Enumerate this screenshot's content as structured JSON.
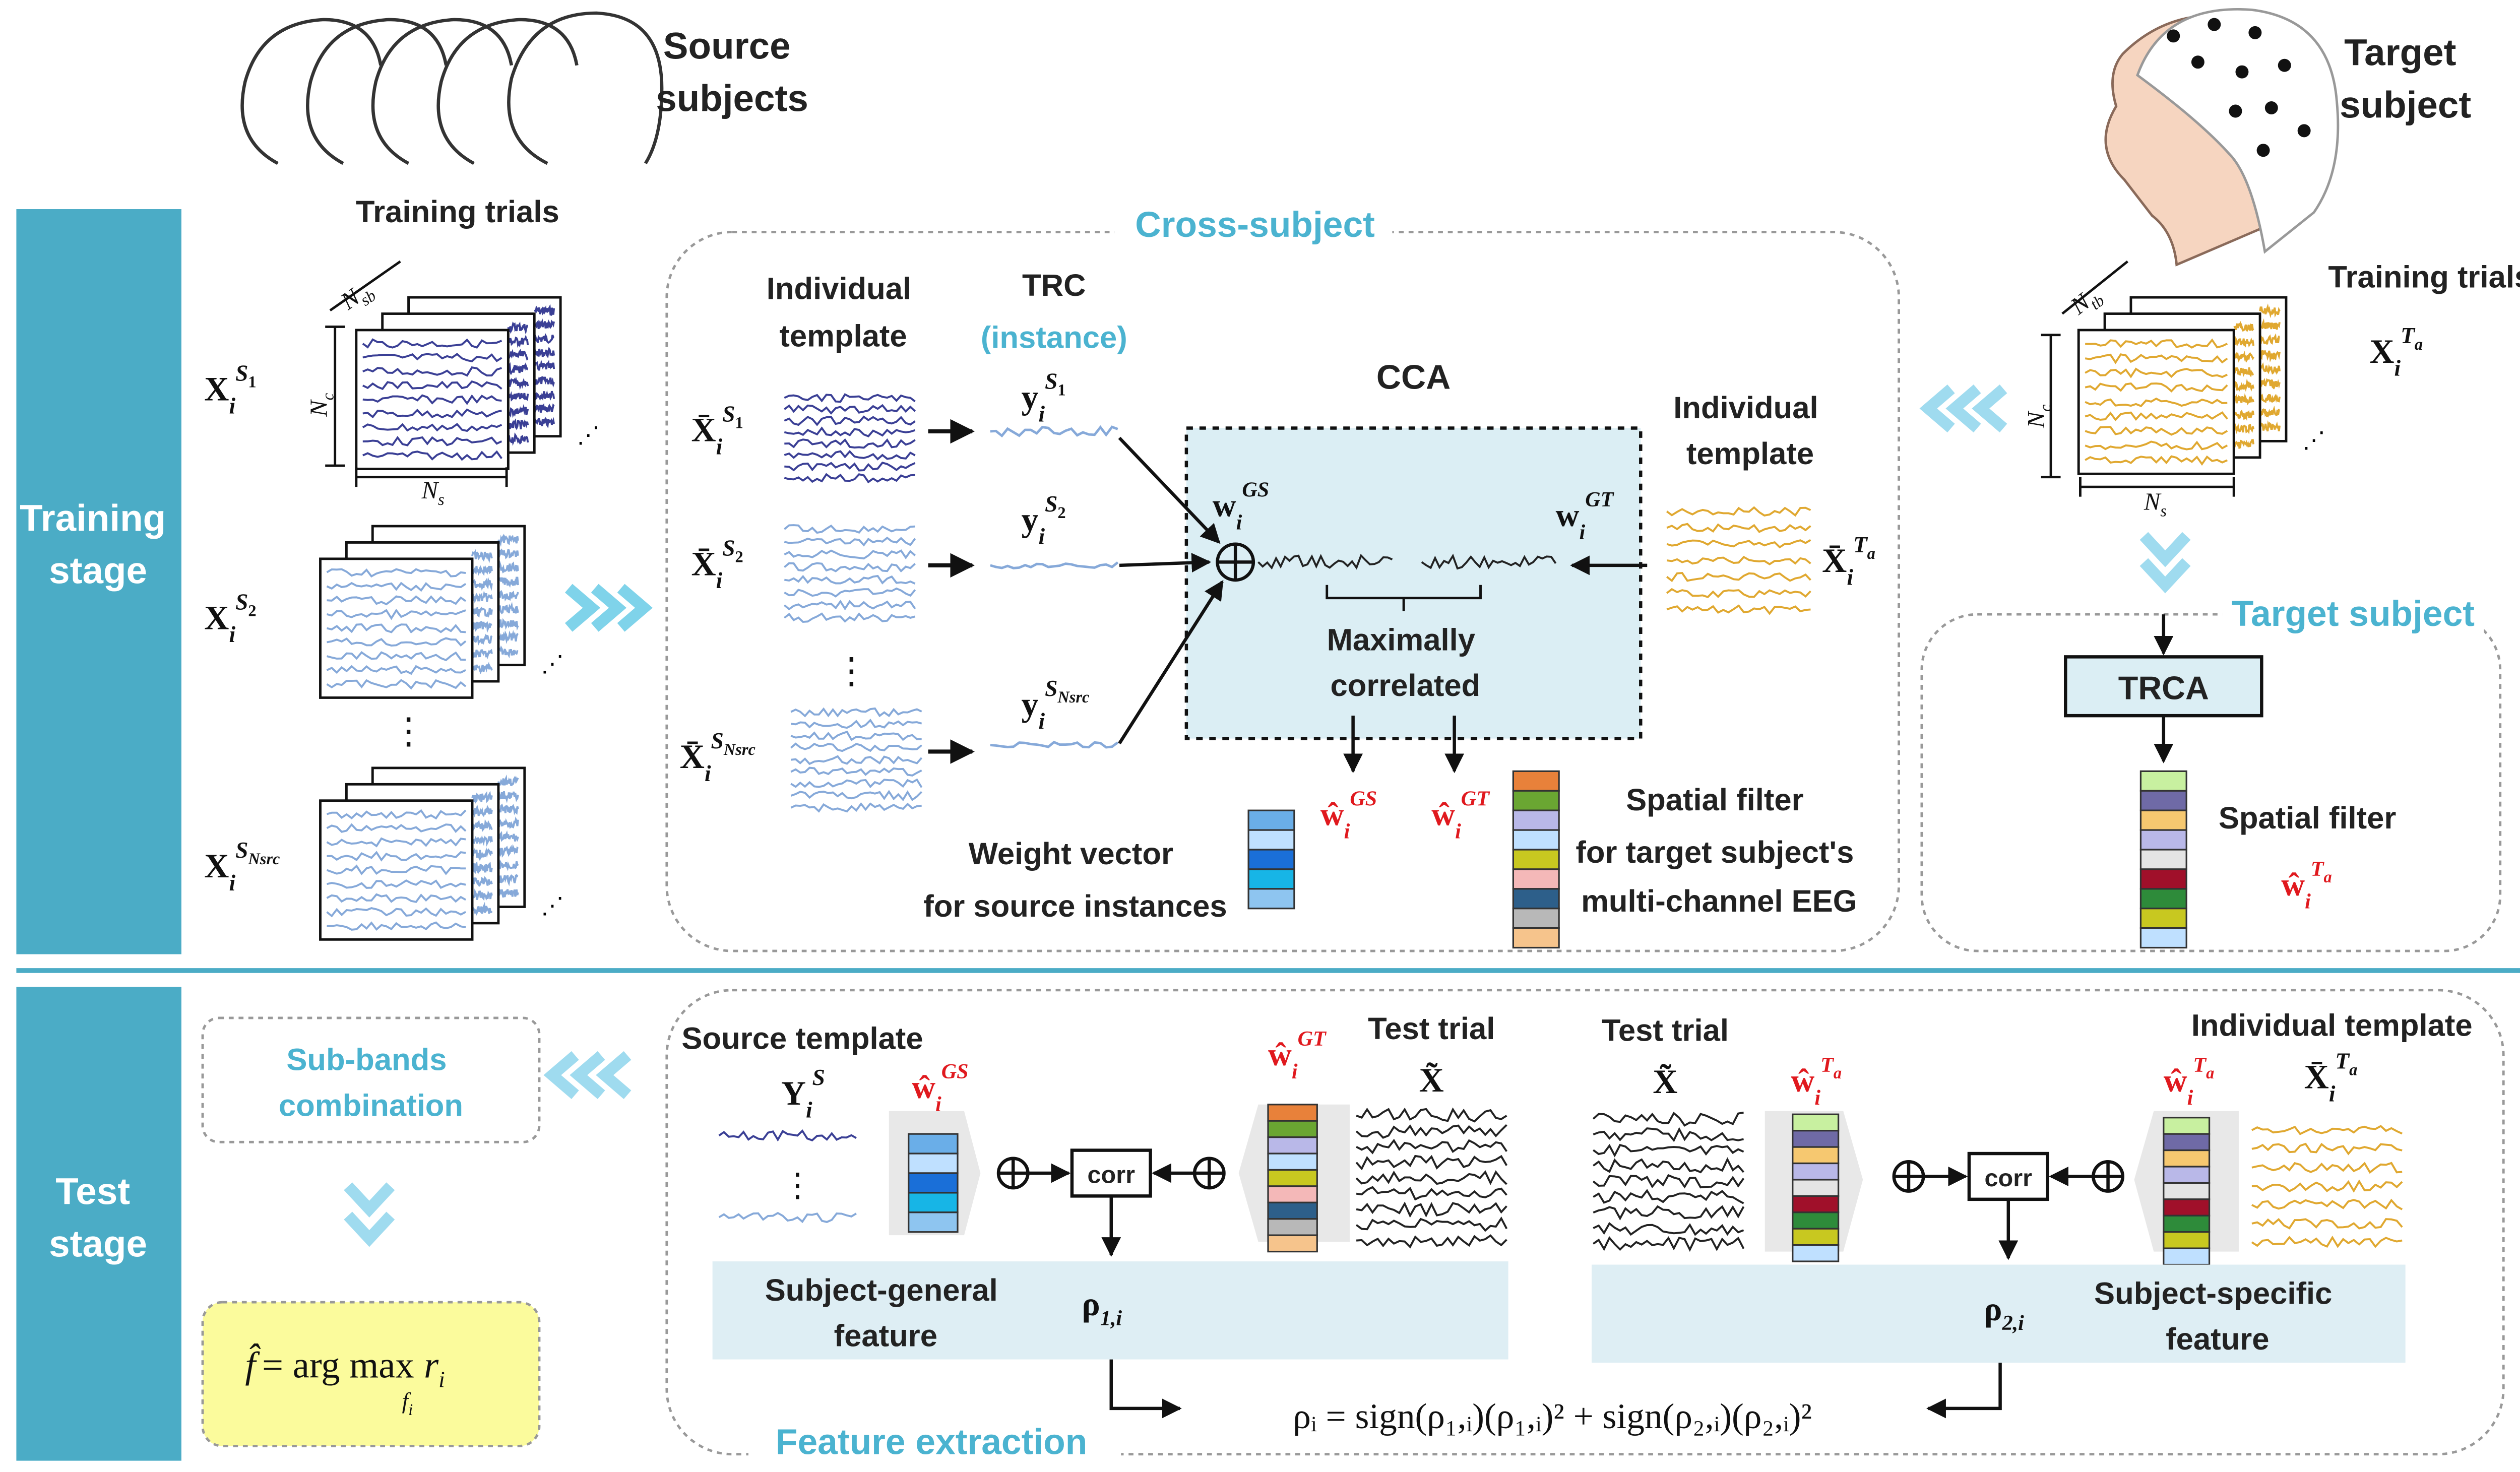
{
  "stage_labels": {
    "training": [
      "Training",
      "stage"
    ],
    "test": [
      "Test",
      "stage"
    ]
  },
  "source": {
    "title": [
      "Source",
      "subjects"
    ],
    "training_trials": "Training trials",
    "dims": {
      "sb": "N",
      "sb_sub": "sb",
      "c": "N",
      "c_sub": "c",
      "s": "N",
      "s_sub": "s"
    },
    "matrices": [
      {
        "base": "X",
        "sub": "i",
        "sup": "S",
        "supsub": "1"
      },
      {
        "base": "X",
        "sub": "i",
        "sup": "S",
        "supsub": "2"
      },
      {
        "base": "X",
        "sub": "i",
        "sup": "S",
        "supsub": "Nsrc"
      }
    ],
    "dots": "⋮"
  },
  "cross_subject": {
    "title": "Cross-subject",
    "individual_template": [
      "Individual",
      "template"
    ],
    "trc": "TRC",
    "trc_instance": "(instance)",
    "templates": [
      {
        "base": "X̄",
        "sub": "i",
        "sup": "S",
        "supsub": "1"
      },
      {
        "base": "X̄",
        "sub": "i",
        "sup": "S",
        "supsub": "2"
      },
      {
        "base": "X̄",
        "sub": "i",
        "sup": "S",
        "supsub": "Nsrc"
      }
    ],
    "trc_vectors": [
      {
        "base": "y",
        "sub": "i",
        "sup": "S",
        "supsub": "1"
      },
      {
        "base": "y",
        "sub": "i",
        "sup": "S",
        "supsub": "2"
      },
      {
        "base": "y",
        "sub": "i",
        "sup": "S",
        "supsub": "Nsrc"
      }
    ],
    "cca": "CCA",
    "w_gs": {
      "base": "w",
      "sub": "i",
      "sup": "GS"
    },
    "w_gt": {
      "base": "w",
      "sub": "i",
      "sup": "GT"
    },
    "maximally_correlated": [
      "Maximally",
      "correlated"
    ],
    "individual_template_right": [
      "Individual",
      "template"
    ],
    "target_template": {
      "base": "X̄",
      "sub": "i",
      "sup": "T",
      "supsub": "a"
    },
    "w_hat_gs": {
      "base": "ŵ",
      "sub": "i",
      "sup": "GS"
    },
    "w_hat_gt": {
      "base": "ŵ",
      "sub": "i",
      "sup": "GT"
    },
    "weight_vector": [
      "Weight vector",
      "for source instances"
    ],
    "spatial_filter": [
      "Spatial filter",
      "for target subject's",
      "multi-channel EEG"
    ],
    "weight_colors": [
      "#6aaee8",
      "#bfe0ff",
      "#1a6fd8",
      "#17b5e6",
      "#8ec5f0"
    ],
    "spatial_colors": [
      "#e8813a",
      "#6aa632",
      "#b9b8e8",
      "#bfe0ff",
      "#c8c820",
      "#f4b8b8",
      "#2d5f8a",
      "#b8b8b8",
      "#f6c48c"
    ]
  },
  "target": {
    "title": [
      "Target",
      "subject"
    ],
    "training_trials": "Training trials",
    "matrix": {
      "base": "X",
      "sub": "i",
      "sup": "T",
      "supsub": "a"
    },
    "dims": {
      "tb": "N",
      "tb_sub": "tb",
      "c": "N",
      "c_sub": "c",
      "s": "N",
      "s_sub": "s"
    },
    "box_title": "Target subject",
    "trca": "TRCA",
    "spatial_filter": "Spatial filter",
    "w_hat": {
      "base": "ŵ",
      "sub": "i",
      "sup": "T",
      "supsub": "a"
    },
    "filter_colors": [
      "#c8f0a0",
      "#6f6aa6",
      "#f6c870",
      "#b9b8e8",
      "#e4e4e4",
      "#a0102a",
      "#2e8b3a",
      "#c8c820",
      "#bfe0ff"
    ]
  },
  "test": {
    "subbands": [
      "Sub-bands",
      "combination"
    ],
    "formula": {
      "lhs": "f̂",
      "eq": "= arg max",
      "under": "f",
      "under_sub": "i",
      "rhs": "r",
      "rhs_sub": "i"
    },
    "source_template": "Source template",
    "ys": {
      "base": "Y",
      "sub": "i",
      "sup": "S"
    },
    "w_hat_gs": {
      "base": "ŵ",
      "sub": "i",
      "sup": "GS"
    },
    "w_hat_gt": {
      "base": "ŵ",
      "sub": "i",
      "sup": "GT"
    },
    "test_trial": "Test trial",
    "x_tilde": "X̃",
    "corr": "corr",
    "subject_general": [
      "Subject-general",
      "feature"
    ],
    "rho1": {
      "base": "ρ",
      "sub": "1,i"
    },
    "test_trial2": "Test trial",
    "individual_template": "Individual template",
    "w_hat_ta": {
      "base": "ŵ",
      "sub": "i",
      "sup": "T",
      "supsub": "a"
    },
    "xbar_ta": {
      "base": "X̄",
      "sub": "i",
      "sup": "T",
      "supsub": "a"
    },
    "subject_specific": [
      "Subject-specific",
      "feature"
    ],
    "rho2": {
      "base": "ρ",
      "sub": "2,i"
    },
    "feature_extraction": "Feature extraction",
    "final_formula": "ρᵢ = sign(ρ₁,ᵢ)(ρ₁,ᵢ)² + sign(ρ₂,ᵢ)(ρ₂,ᵢ)²"
  },
  "colors": {
    "stage_bar": "#4bacc6",
    "accent_blue": "#4bb3d0",
    "light_panel": "#deeef4",
    "cca_fill": "#dbeef4",
    "formula_yellow": "#fbfb9c",
    "navy_wave": "#3a3f95",
    "light_wave": "#86a9d9",
    "gold_wave": "#e0a830",
    "red": "#e0191e"
  }
}
